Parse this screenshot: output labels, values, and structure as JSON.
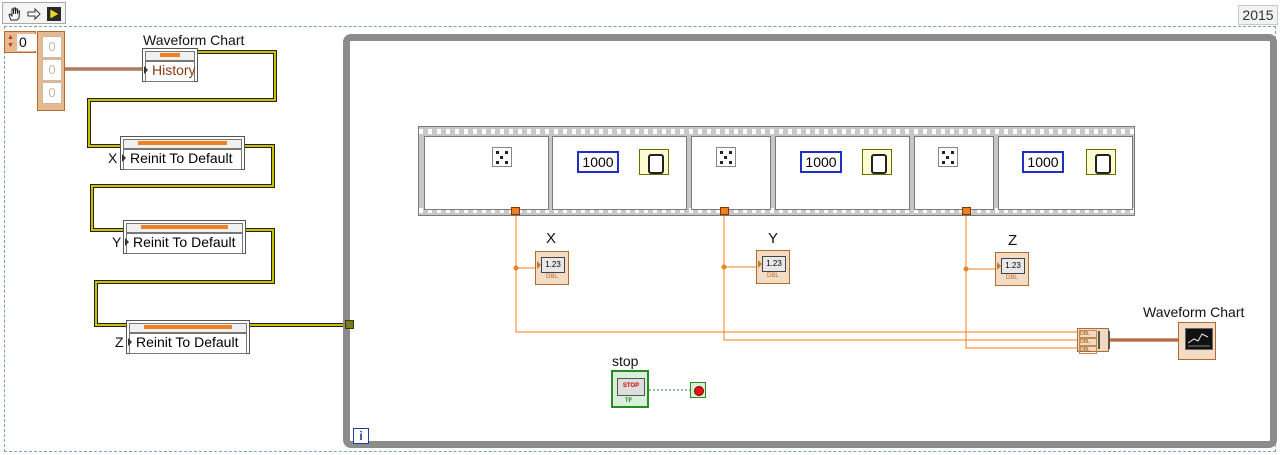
{
  "toolbar": {
    "icons": [
      "hand-tool-icon",
      "wire-arrow-icon",
      "run-arrow-icon"
    ],
    "version": "2015"
  },
  "array_constant": {
    "index": "0",
    "elements": [
      "0",
      "0",
      "0"
    ]
  },
  "property_nodes": [
    {
      "label": "Waveform Chart",
      "property": "History"
    },
    {
      "label": "X",
      "property": "Reinit To Default"
    },
    {
      "label": "Y",
      "property": "Reinit To Default"
    },
    {
      "label": "Z",
      "property": "Reinit To Default"
    }
  ],
  "sequence": {
    "wait_constants": [
      "1000",
      "1000",
      "1000"
    ]
  },
  "indicators": [
    {
      "label": "X",
      "text": "1.23",
      "type": "DBL"
    },
    {
      "label": "Y",
      "text": "1.23",
      "type": "DBL"
    },
    {
      "label": "Z",
      "text": "1.23",
      "type": "DBL"
    }
  ],
  "build_waveform": {
    "inputs": [
      "DBL",
      "DBL",
      "DBL"
    ]
  },
  "chart_indicator": {
    "label": "Waveform Chart"
  },
  "stop": {
    "label": "stop",
    "button": "STOP",
    "type": "TF"
  },
  "loop": {
    "iteration": "i"
  },
  "colors": {
    "loop_border": "#8c8c8c",
    "refnum_wire": "#c8c000",
    "numeric_wire": "#f08020",
    "boolean_wire": "#2a8a2a",
    "constant_border": "#2030c0"
  }
}
